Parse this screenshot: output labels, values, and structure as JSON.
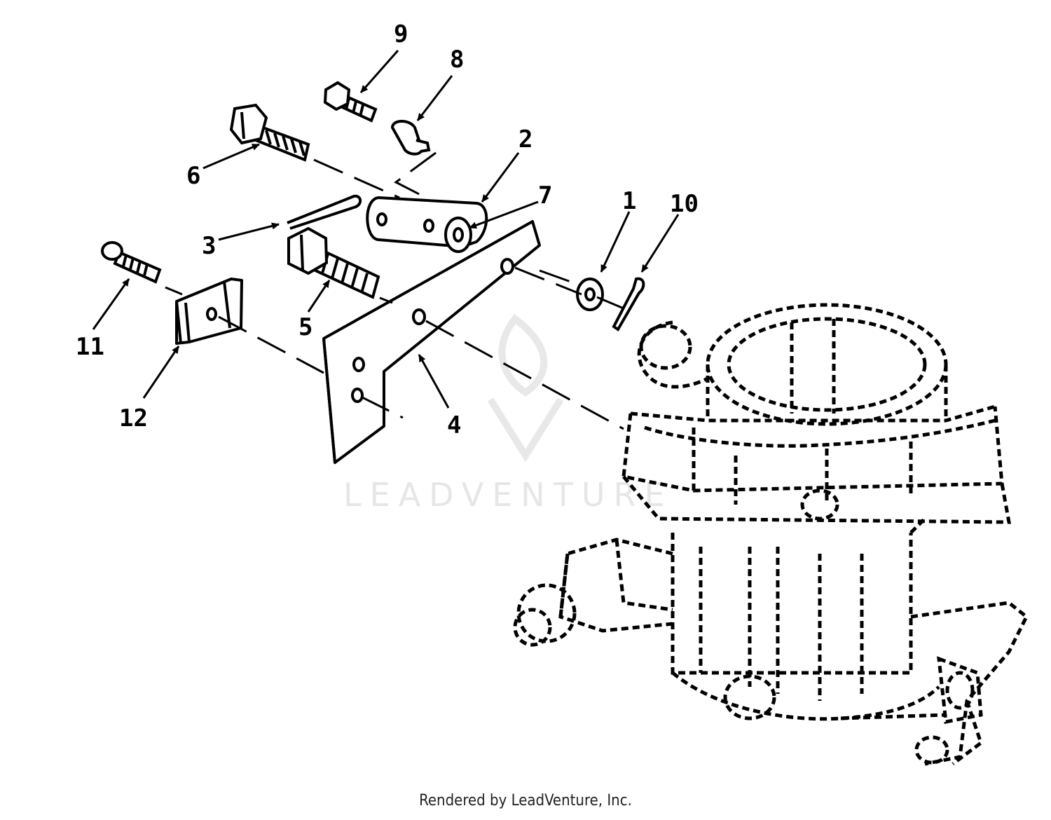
{
  "watermark": {
    "text": "LEADVENTURE"
  },
  "footer": {
    "text": "Rendered by LeadVenture, Inc."
  },
  "callouts": [
    {
      "label": "1"
    },
    {
      "label": "2"
    },
    {
      "label": "3"
    },
    {
      "label": "4"
    },
    {
      "label": "5"
    },
    {
      "label": "6"
    },
    {
      "label": "7"
    },
    {
      "label": "8"
    },
    {
      "label": "9"
    },
    {
      "label": "10"
    },
    {
      "label": "11"
    },
    {
      "label": "12"
    }
  ]
}
